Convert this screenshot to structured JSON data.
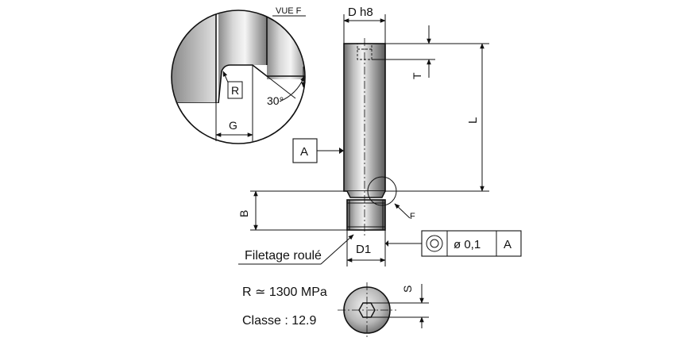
{
  "drawing": {
    "detail_view_label": "VUE F",
    "detail_radius_label": "R",
    "detail_angle_label": "30°",
    "detail_groove_label": "G",
    "diameter_label": "D h8",
    "length_label": "L",
    "depth_label": "T",
    "thread_length_label": "B",
    "thread_diameter_label": "D1",
    "detail_ref_label": "F",
    "datum_label": "A",
    "thread_note": "Filetage roulé",
    "tolerance_frame": {
      "symbol": "concentricity",
      "value": "ø 0,1",
      "datum": "A"
    },
    "hex_size_label": "S",
    "strength_note": "R ≃ 1300 MPa",
    "class_note": "Classe : 12.9"
  }
}
